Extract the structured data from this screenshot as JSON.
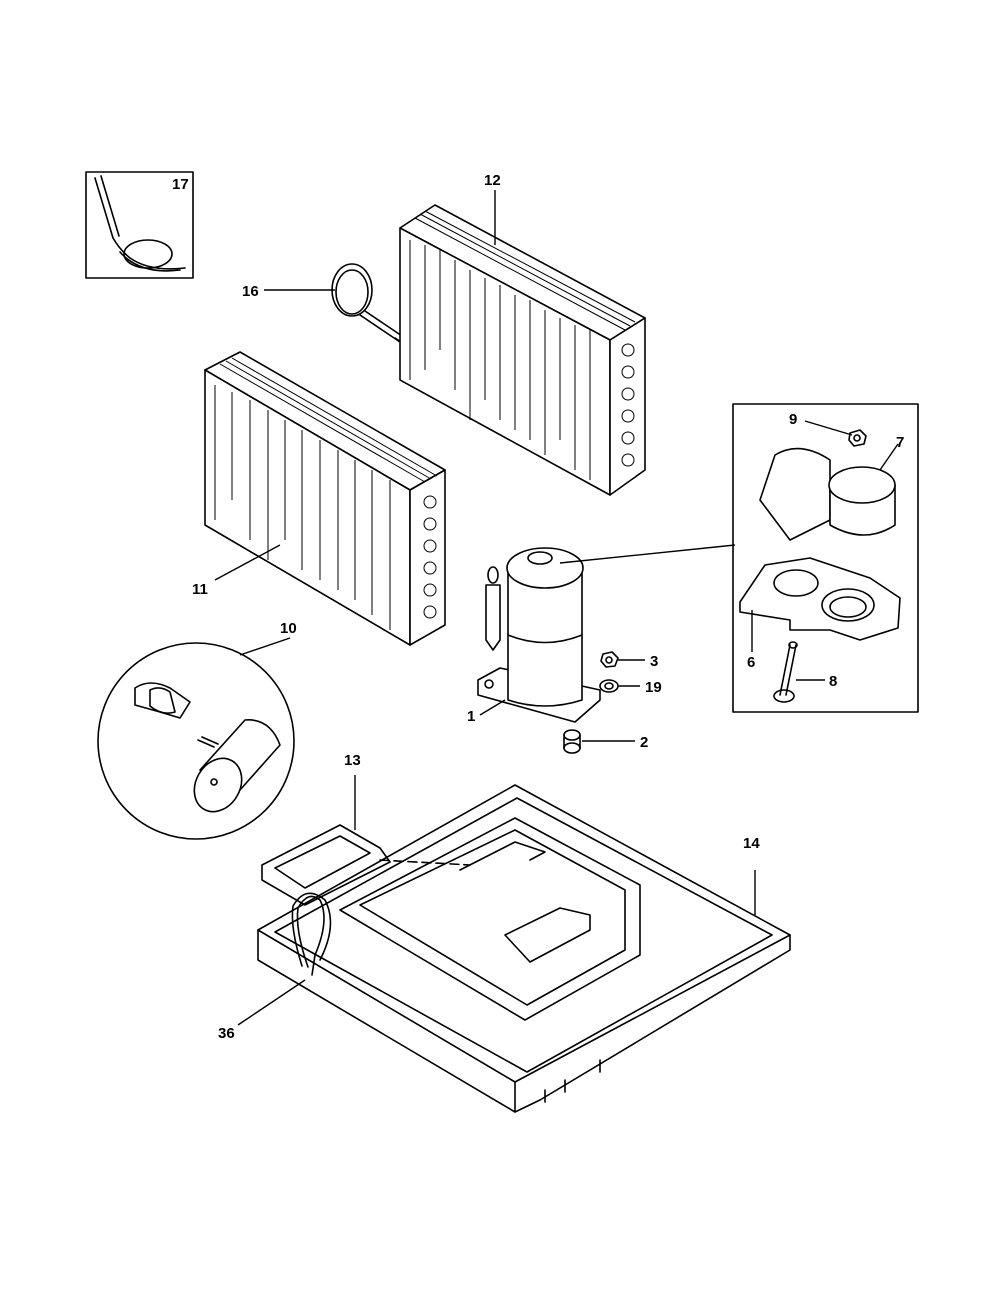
{
  "callouts": {
    "c1": "1",
    "c2": "2",
    "c3": "3",
    "c6": "6",
    "c7": "7",
    "c8": "8",
    "c9": "9",
    "c10": "10",
    "c11": "11",
    "c12": "12",
    "c13": "13",
    "c14": "14",
    "c16": "16",
    "c17": "17",
    "c19": "19",
    "c36": "36"
  }
}
